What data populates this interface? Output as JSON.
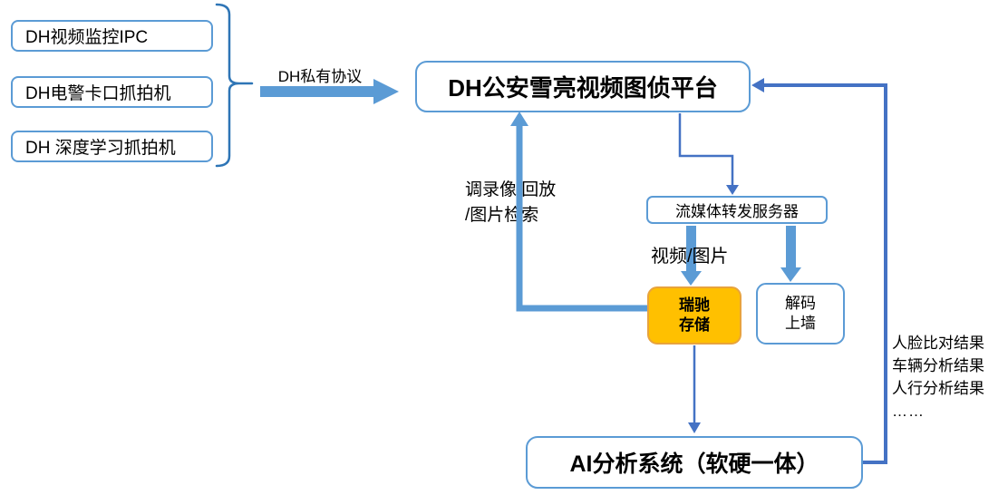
{
  "colors": {
    "thick_arrow_blue": "#5B9BD5",
    "thin_line_blue": "#4472C4",
    "bracket_blue": "#2E75B6",
    "box_border_blue": "#5B9BD5",
    "storage_fill": "#FFC000",
    "storage_border": "#E8A33D"
  },
  "sources": {
    "items": [
      {
        "label": "DH视频监控IPC"
      },
      {
        "label": "DH电警卡口抓拍机"
      },
      {
        "label": "DH 深度学习抓拍机"
      }
    ]
  },
  "flow": {
    "protocol_label": "DH私有协议",
    "platform_label": "DH公安雪亮视频图侦平台",
    "media_server_label": "流媒体转发服务器",
    "video_picture_label": "视频/图片",
    "recall_line1": "调录像/回放",
    "recall_line2": "/图片检索",
    "storage_line1": "瑞驰",
    "storage_line2": "存储",
    "decode_line1": "解码",
    "decode_line2": "上墙",
    "ai_label": "AI分析系统（软硬一体）",
    "results": {
      "line1": "人脸比对结果",
      "line2": "车辆分析结果",
      "line3": "人行分析结果",
      "line4": "……"
    }
  }
}
